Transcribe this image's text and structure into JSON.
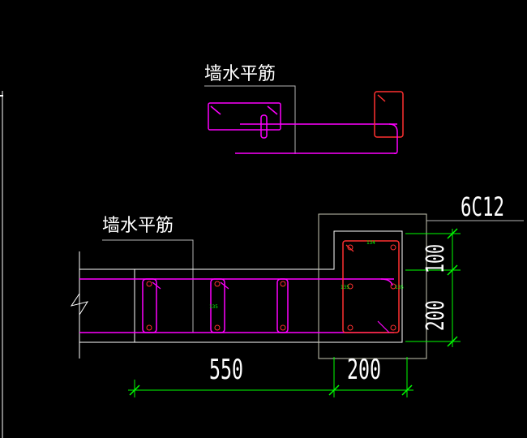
{
  "labels": {
    "top_label": "墙水平筋",
    "bottom_label": "墙水平筋",
    "rebar_spec": "6C12"
  },
  "dimensions": {
    "horizontal_1": "550",
    "horizontal_2": "200",
    "vertical_1": "100",
    "vertical_2": "200"
  },
  "small_text": {
    "t1": "134",
    "t2": "135",
    "t3": "135",
    "t4": "135"
  },
  "colors": {
    "background": "#000000",
    "outline": "#ffffff",
    "outline_gray": "#c8c8b4",
    "rebar_magenta": "#ff00ff",
    "rebar_red": "#ff3030",
    "dimension_green": "#00ff00",
    "leader_gray": "#b4b4b4"
  }
}
